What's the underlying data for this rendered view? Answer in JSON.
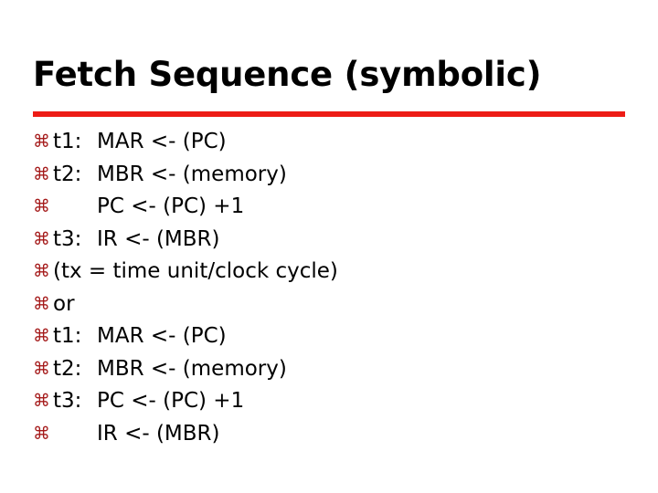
{
  "slide": {
    "title": "Fetch Sequence (symbolic)",
    "rule_color": "#ED1C16",
    "bullet_color": "#A51B1B",
    "background_color": "#FFFFFF",
    "text_color": "#000000",
    "bullet_glyph": "⌘",
    "bullet_icon_name": "place-of-interest-bullet-icon",
    "rows": [
      {
        "time": "t1:",
        "expr": "MAR <- (PC)",
        "layout": "two-column"
      },
      {
        "time": "t2:",
        "expr": "MBR <- (memory)",
        "layout": "two-column"
      },
      {
        "time": "",
        "expr": "PC <- (PC) +1",
        "layout": "two-column"
      },
      {
        "time": "t3:",
        "expr": "IR <- (MBR)",
        "layout": "two-column"
      },
      {
        "time": "",
        "expr": "(tx = time unit/clock cycle)",
        "layout": "full"
      },
      {
        "time": "",
        "expr": "or",
        "layout": "full"
      },
      {
        "time": "t1:",
        "expr": "MAR <- (PC)",
        "layout": "two-column"
      },
      {
        "time": "t2:",
        "expr": "MBR <- (memory)",
        "layout": "two-column"
      },
      {
        "time": "t3:",
        "expr": "PC <- (PC) +1",
        "layout": "two-column"
      },
      {
        "time": "",
        "expr": "IR <- (MBR)",
        "layout": "two-column"
      }
    ]
  }
}
